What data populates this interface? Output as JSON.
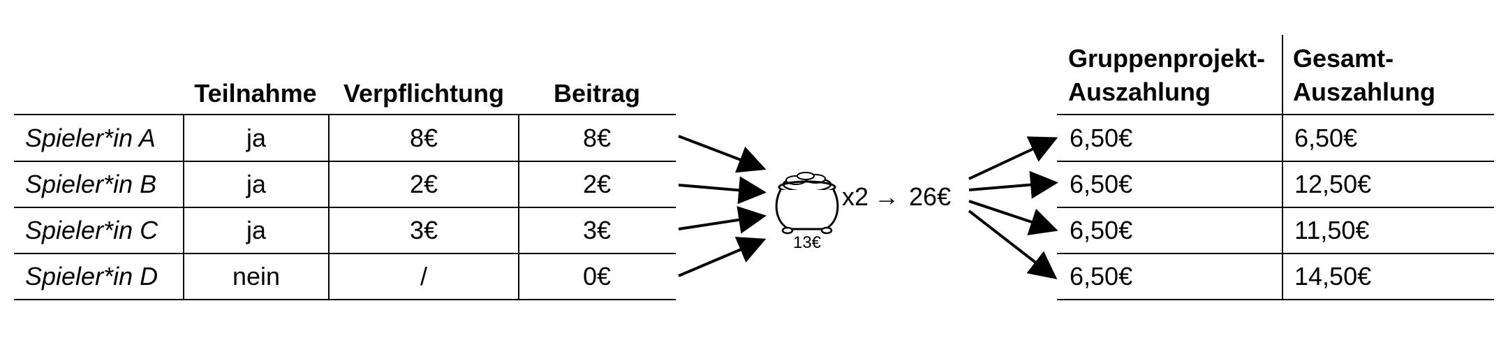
{
  "left_table": {
    "headers": [
      "Teilnahme",
      "Verpflichtung",
      "Beitrag"
    ],
    "rows": [
      {
        "player": "Spieler*in A",
        "participation": "ja",
        "commitment": "8€",
        "contribution": "8€"
      },
      {
        "player": "Spieler*in B",
        "participation": "ja",
        "commitment": "2€",
        "contribution": "2€"
      },
      {
        "player": "Spieler*in C",
        "participation": "ja",
        "commitment": "3€",
        "contribution": "3€"
      },
      {
        "player": "Spieler*in D",
        "participation": "nein",
        "commitment": "/",
        "contribution": "0€"
      }
    ]
  },
  "pot": {
    "icon": "pot-of-coins-icon",
    "amount_label": "13€",
    "multiplier": "x2",
    "arrow": "→",
    "total": "26€"
  },
  "right_table": {
    "headers": [
      {
        "line1": "Gruppenprojekt-",
        "line2": "Auszahlung"
      },
      {
        "line1": "Gesamt-",
        "line2": "Auszahlung"
      }
    ],
    "rows": [
      {
        "group_payout": "6,50€",
        "total_payout": "6,50€"
      },
      {
        "group_payout": "6,50€",
        "total_payout": "12,50€"
      },
      {
        "group_payout": "6,50€",
        "total_payout": "11,50€"
      },
      {
        "group_payout": "6,50€",
        "total_payout": "14,50€"
      }
    ]
  }
}
